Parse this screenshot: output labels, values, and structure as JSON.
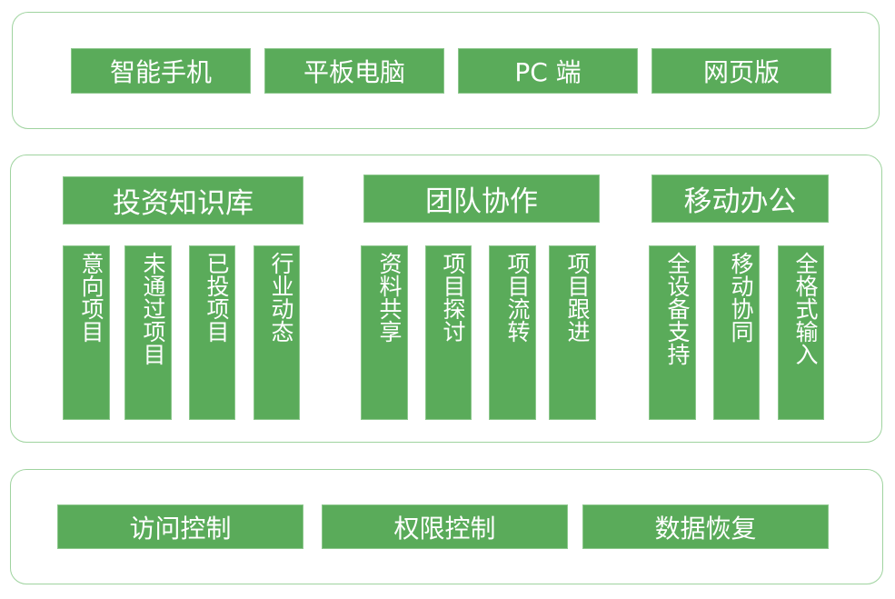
{
  "platforms": [
    "智能手机",
    "平板电脑",
    "PC 端",
    "网页版"
  ],
  "modules": [
    {
      "title": "投资知识库",
      "items": [
        "意向项目",
        "未通过项目",
        "已投项目",
        "行业动态"
      ]
    },
    {
      "title": "团队协作",
      "items": [
        "资料共享",
        "项目探讨",
        "项目流转",
        "项目跟进"
      ]
    },
    {
      "title": "移动办公",
      "items": [
        "全设备支持",
        "移动协同",
        "全格式输入"
      ]
    }
  ],
  "security": [
    "访问控制",
    "权限控制",
    "数据恢复"
  ],
  "colors": {
    "box": "#5aab5a",
    "border": "#9fd39f"
  }
}
